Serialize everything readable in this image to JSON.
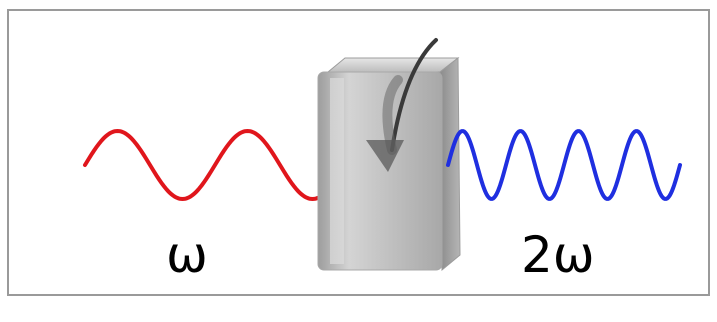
{
  "diagram": {
    "input_label": "ω",
    "output_label": "2ω",
    "colors": {
      "input_wave": "#e0161c",
      "output_wave": "#1f2fe0",
      "frame_border": "#9a9a9a",
      "crystal_face": "#c4c4c4",
      "arrow": "#5a5a5a"
    },
    "input_wave_cycles": 2,
    "output_wave_cycles": 4
  }
}
